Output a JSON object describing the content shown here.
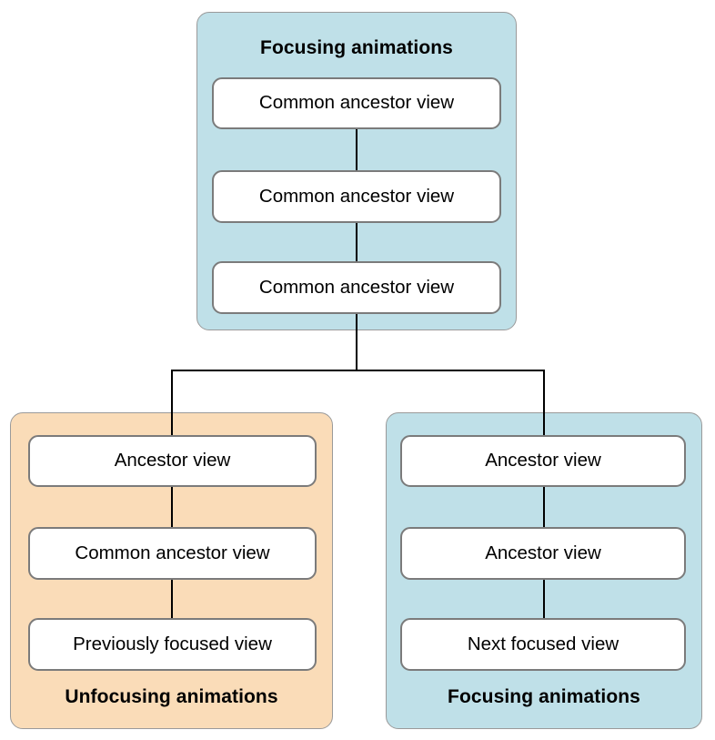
{
  "diagram": {
    "type": "tree",
    "background_color": "#ffffff",
    "colors": {
      "focusing_group": "#bfe0e8",
      "unfocusing_group": "#fadcb8",
      "node_fill": "#ffffff",
      "node_border": "#7b7b7b",
      "group_border": "#9a9a9a",
      "edge": "#000000",
      "text": "#000000"
    },
    "groups": {
      "top": {
        "title": "Focusing animations",
        "title_position": "top",
        "fill": "#bfe0e8",
        "nodes": [
          {
            "label": "Common ancestor view"
          },
          {
            "label": "Common ancestor view"
          },
          {
            "label": "Common ancestor view"
          }
        ]
      },
      "bottom_left": {
        "title": "Unfocusing animations",
        "title_position": "bottom",
        "fill": "#fadcb8",
        "nodes": [
          {
            "label": "Ancestor view"
          },
          {
            "label": "Common ancestor view"
          },
          {
            "label": "Previously focused view"
          }
        ]
      },
      "bottom_right": {
        "title": "Focusing animations",
        "title_position": "bottom",
        "fill": "#bfe0e8",
        "nodes": [
          {
            "label": "Ancestor view"
          },
          {
            "label": "Ancestor view"
          },
          {
            "label": "Next focused view"
          }
        ]
      }
    }
  }
}
